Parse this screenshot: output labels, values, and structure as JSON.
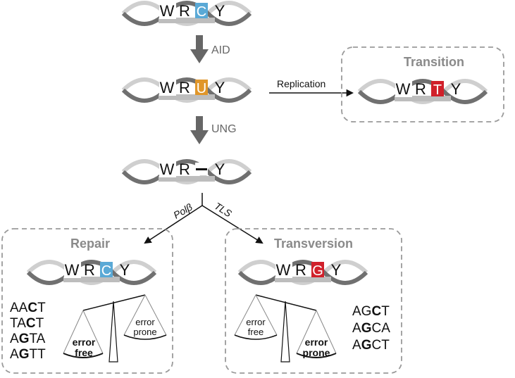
{
  "colors": {
    "cytosine": "#5aa9d6",
    "uracil": "#e0962a",
    "thymine": "#d0202a",
    "guanine": "#d0202a",
    "arrow": "#666666",
    "panel_border": "#9a9a9a",
    "panel_title": "#8a8a8a",
    "dna_light": "#cfcfcf",
    "dna_dark": "#707070"
  },
  "motifs": {
    "top": {
      "w": "W",
      "r": "R",
      "base": "C",
      "y": "Y"
    },
    "uracil": {
      "w": "W",
      "r": "R",
      "base": "U",
      "y": "Y"
    },
    "abasic": {
      "w": "W",
      "r": "R",
      "base": "",
      "y": "Y"
    },
    "transition": {
      "w": "W",
      "r": "R",
      "base": "T",
      "y": "Y"
    },
    "repair": {
      "w": "W",
      "r": "R",
      "base": "C",
      "y": "Y"
    },
    "transversion": {
      "w": "W",
      "r": "R",
      "base": "G",
      "y": "Y"
    }
  },
  "steps": {
    "aid": "AID",
    "ung": "UNG",
    "replication": "Replication",
    "polb": "Polβ",
    "tls": "TLS"
  },
  "panels": {
    "transition": "Transition",
    "repair": "Repair",
    "transversion": "Transversion"
  },
  "repair_list": [
    {
      "pre": "AA",
      "bold": "C",
      "post": "T"
    },
    {
      "pre": "TA",
      "bold": "C",
      "post": "T"
    },
    {
      "pre": "A",
      "bold": "G",
      "post": "TA"
    },
    {
      "pre": "A",
      "bold": "G",
      "post": "TT"
    }
  ],
  "transversion_list": [
    {
      "pre": "AG",
      "bold": "C",
      "post": "T"
    },
    {
      "pre": "A",
      "bold": "G",
      "post": "CA"
    },
    {
      "pre": "A",
      "bold": "G",
      "post": "CT"
    }
  ],
  "scales": {
    "repair": {
      "heavy_top": "error",
      "heavy_bottom": "free",
      "light_top": "error",
      "light_bottom": "prone"
    },
    "transversion": {
      "light_top": "error",
      "light_bottom": "free",
      "heavy_top": "error",
      "heavy_bottom": "prone"
    }
  }
}
